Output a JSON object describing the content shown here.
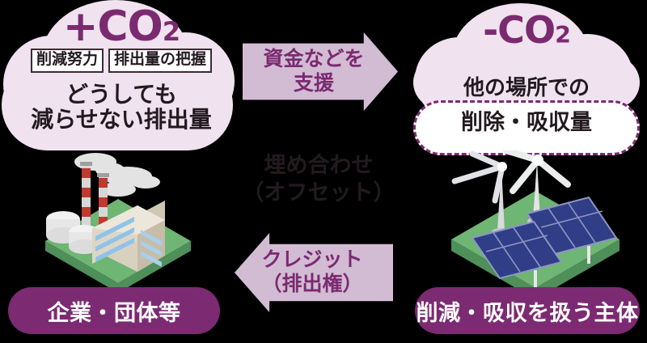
{
  "background_color": "#000000",
  "palette": {
    "cloud_fill": "#f0e2ee",
    "deep_purple": "#7b2a70",
    "arrow_fill": "#d2bcd4",
    "text_dark": "#231a20",
    "pill_fill": "#7c2a72",
    "platform_green_top": "#6fb573",
    "platform_green_side": "#4f8f5a",
    "chimney_red": "#c0392f",
    "panel_blue": "#2f3e86",
    "turbine_grey": "#d9dade"
  },
  "left_cloud": {
    "headline": "+CO",
    "headline_subscript": "2",
    "tags": [
      {
        "label": "削減努力"
      },
      {
        "label": "排出量の把握"
      }
    ],
    "body_line1": "どうしても",
    "body_line2": "減らせない排出量"
  },
  "right_cloud": {
    "headline": "-CO",
    "headline_subscript": "2",
    "body_line1": "他の場所での",
    "body_line2": "削除・吸収量"
  },
  "arrows": {
    "top": {
      "direction": "right",
      "line1": "資金などを",
      "line2": "支援"
    },
    "bottom": {
      "direction": "left",
      "line1": "クレジット",
      "line2": "（排出権）"
    }
  },
  "center_note": {
    "line1": "埋め合わせ",
    "line2": "（オフセット）"
  },
  "bottom_labels": {
    "left": "企業・団体等",
    "right": "削減・吸収を扱う主体"
  },
  "illustrations": {
    "left": {
      "name": "factory-isometric",
      "elements": [
        "smokestack",
        "smokestack",
        "storage-tank",
        "storage-tank",
        "office-building",
        "smoke-plume"
      ]
    },
    "right": {
      "name": "renewable-energy-isometric",
      "elements": [
        "wind-turbine",
        "wind-turbine",
        "solar-panel-array",
        "solar-panel-array"
      ]
    }
  }
}
